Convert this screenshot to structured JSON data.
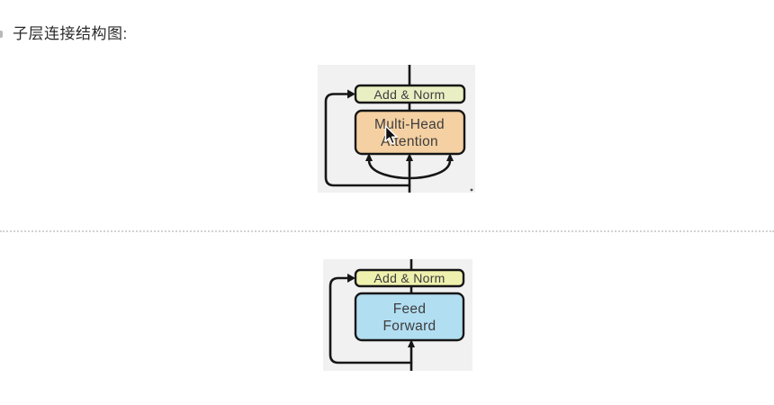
{
  "header": {
    "title": "子层连接结构图:"
  },
  "attention_diagram": {
    "add_norm_label": "Add & Norm",
    "box_line1": "Multi-Head",
    "box_line2": "Attention"
  },
  "feed_forward_diagram": {
    "add_norm_label": "Add & Norm",
    "box_line1": "Feed",
    "box_line2": "Forward"
  },
  "cursor": {
    "name": "arrow-pointer"
  },
  "colors": {
    "page_bg": "#ffffff",
    "diagram_bg": "#f1f1f1",
    "add_norm_top_fill": "#e9efc3",
    "attention_fill": "#f4d0a2",
    "add_norm_bottom_fill": "#eef0ad",
    "feed_forward_fill": "#b2def2",
    "box_border": "#161616",
    "line_color": "#161616",
    "text_color": "#3d3d3d",
    "divider_color": "#d2d2d2"
  }
}
